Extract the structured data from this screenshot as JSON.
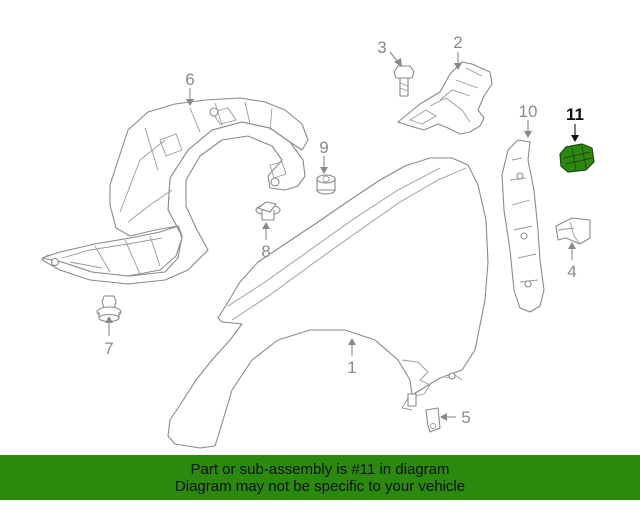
{
  "colors": {
    "banner_bg": "#2b8a0e",
    "highlight_fill": "#2b8a0e",
    "line": "#8a8a8a",
    "highlight_text": "#111111"
  },
  "callouts": [
    {
      "id": "1",
      "label": "1"
    },
    {
      "id": "2",
      "label": "2"
    },
    {
      "id": "3",
      "label": "3"
    },
    {
      "id": "4",
      "label": "4"
    },
    {
      "id": "5",
      "label": "5"
    },
    {
      "id": "6",
      "label": "6"
    },
    {
      "id": "7",
      "label": "7"
    },
    {
      "id": "8",
      "label": "8"
    },
    {
      "id": "9",
      "label": "9"
    },
    {
      "id": "10",
      "label": "10"
    },
    {
      "id": "11",
      "label": "11",
      "highlighted": true
    }
  ],
  "banner": {
    "line1": "Part or sub-assembly is #11 in diagram",
    "line2": "Diagram may not be specific to your vehicle"
  }
}
